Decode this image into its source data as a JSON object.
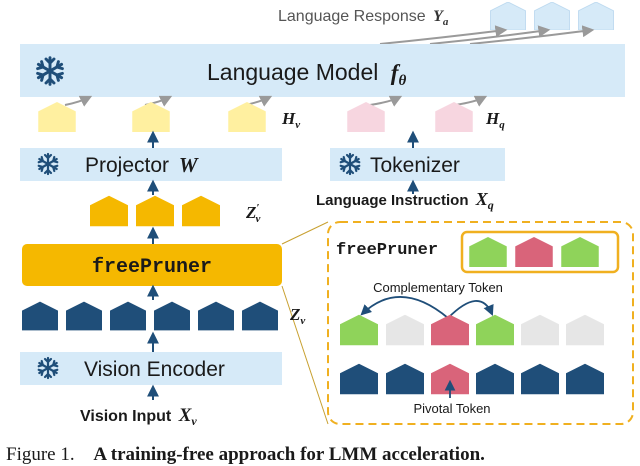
{
  "diagram": {
    "language_response": {
      "text": "Language Response",
      "symbol": "Y",
      "sub": "a"
    },
    "language_model": {
      "text": "Language Model",
      "symbol": "f",
      "sub": "θ"
    },
    "projector": {
      "text": "Projector",
      "symbol": "W"
    },
    "tokenizer": {
      "text": "Tokenizer"
    },
    "language_instruction": {
      "text": "Language Instruction",
      "symbol": "X",
      "sub": "q"
    },
    "hv_label": {
      "symbol": "H",
      "sub": "v"
    },
    "hq_label": {
      "symbol": "H",
      "sub": "q"
    },
    "zv_prime_label": {
      "symbol": "Z",
      "sub": "v",
      "sup": "′"
    },
    "zv_label": {
      "symbol": "Z",
      "sub": "v"
    },
    "pruner": {
      "text": "freePruner"
    },
    "inset_pruner": {
      "text": "freePruner"
    },
    "complementary_token": "Complementary Token",
    "pivotal_token": "Pivotal Token",
    "vision_encoder": {
      "text": "Vision Encoder"
    },
    "vision_input": {
      "text": "Vision Input",
      "symbol": "X",
      "sub": "v"
    }
  },
  "caption": {
    "prefix": "Figure 1.",
    "bold": "A training-free approach for LMM acceleration."
  },
  "colors": {
    "light_blue": "#d6eaf8",
    "dark_blue": "#1f4e79",
    "gold": "#f5b800",
    "light_yellow": "#fff0a0",
    "pink": "#f7d6e0",
    "green": "#8fd35a",
    "rose": "#d9647a",
    "gray_token": "#e6e6e6",
    "arrow": "#1f4e79"
  }
}
